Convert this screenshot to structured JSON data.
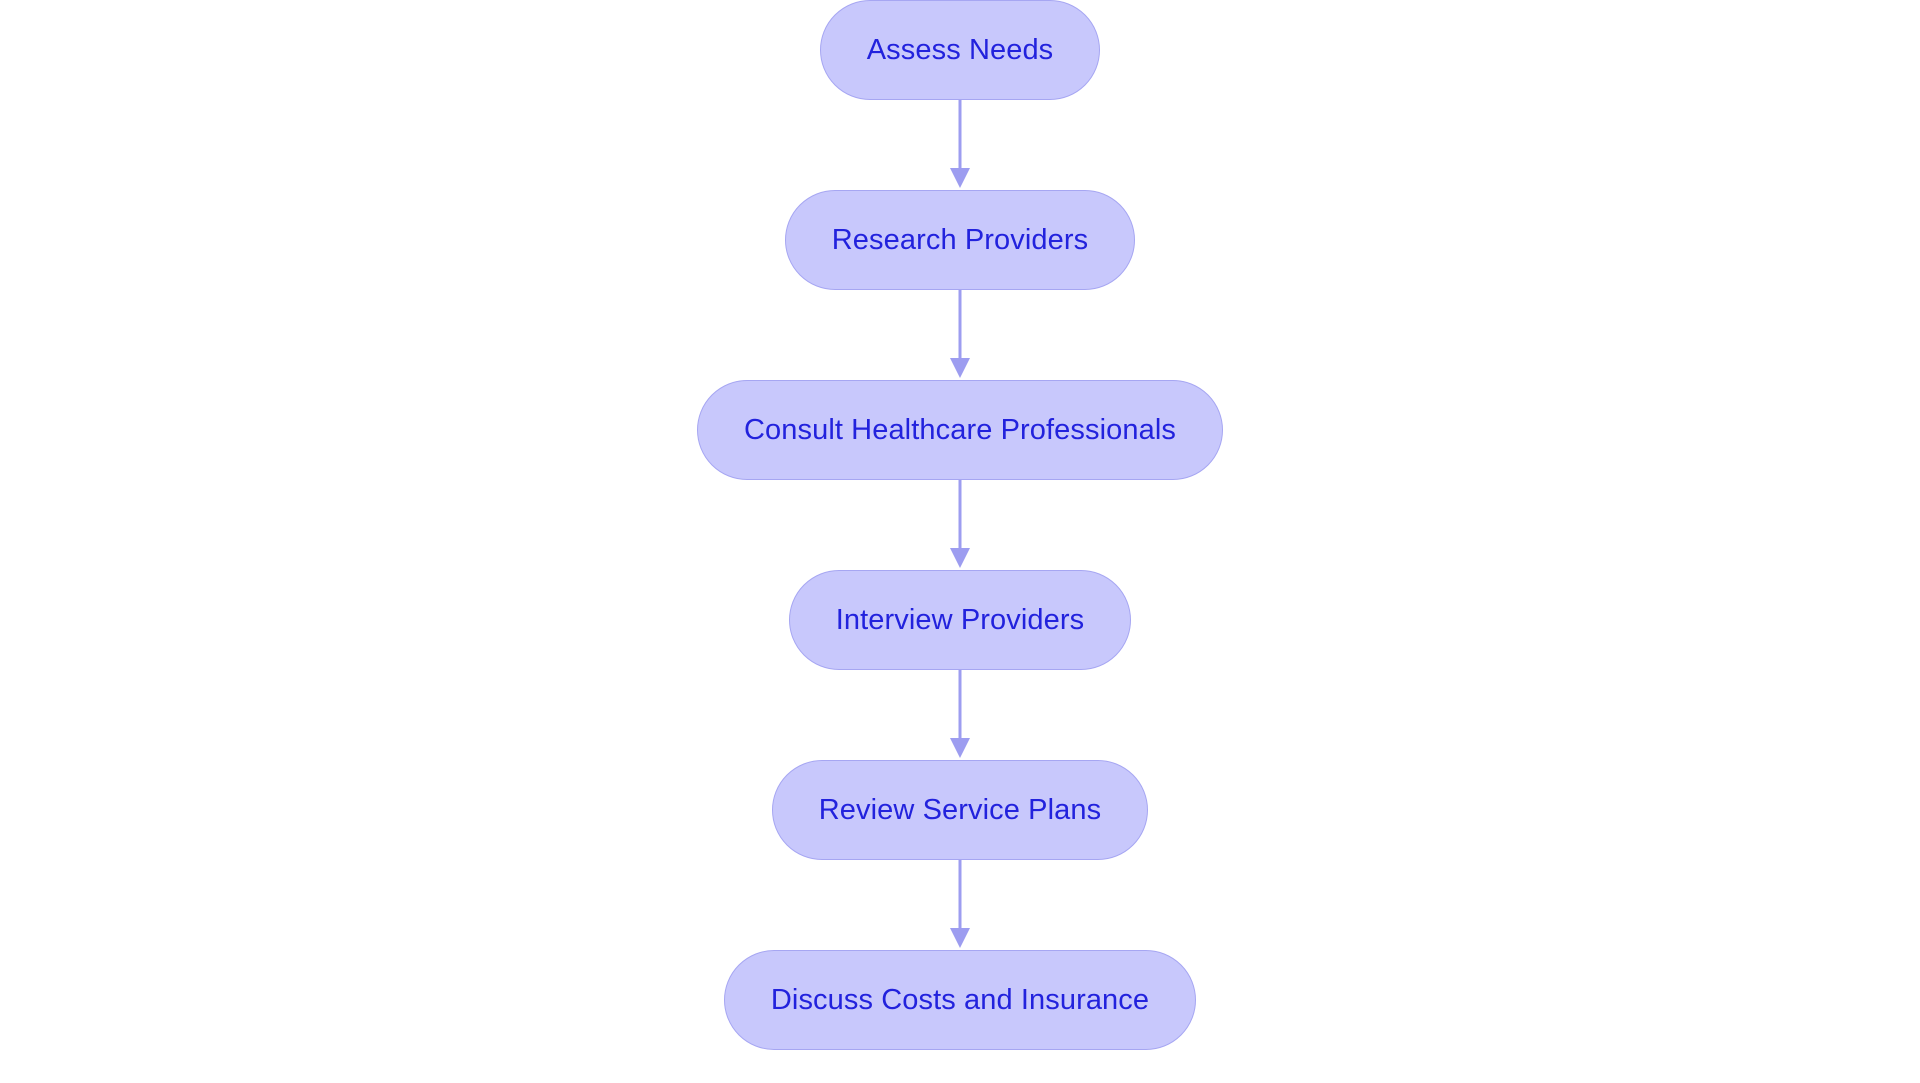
{
  "diagram": {
    "type": "flowchart",
    "orientation": "top-to-bottom",
    "background_color": "#ffffff",
    "node_fill_color": "#c8c8fc",
    "node_border_color": "#a6a6f2",
    "node_text_color": "#2222dd",
    "connector_color": "#9d9df0",
    "nodes": [
      {
        "id": "n1",
        "label": "Assess Needs"
      },
      {
        "id": "n2",
        "label": "Research Providers"
      },
      {
        "id": "n3",
        "label": "Consult Healthcare Professionals"
      },
      {
        "id": "n4",
        "label": "Interview Providers"
      },
      {
        "id": "n5",
        "label": "Review Service Plans"
      },
      {
        "id": "n6",
        "label": "Discuss Costs and Insurance"
      }
    ],
    "edges": [
      {
        "from": "n1",
        "to": "n2"
      },
      {
        "from": "n2",
        "to": "n3"
      },
      {
        "from": "n3",
        "to": "n4"
      },
      {
        "from": "n4",
        "to": "n5"
      },
      {
        "from": "n5",
        "to": "n6"
      }
    ]
  }
}
